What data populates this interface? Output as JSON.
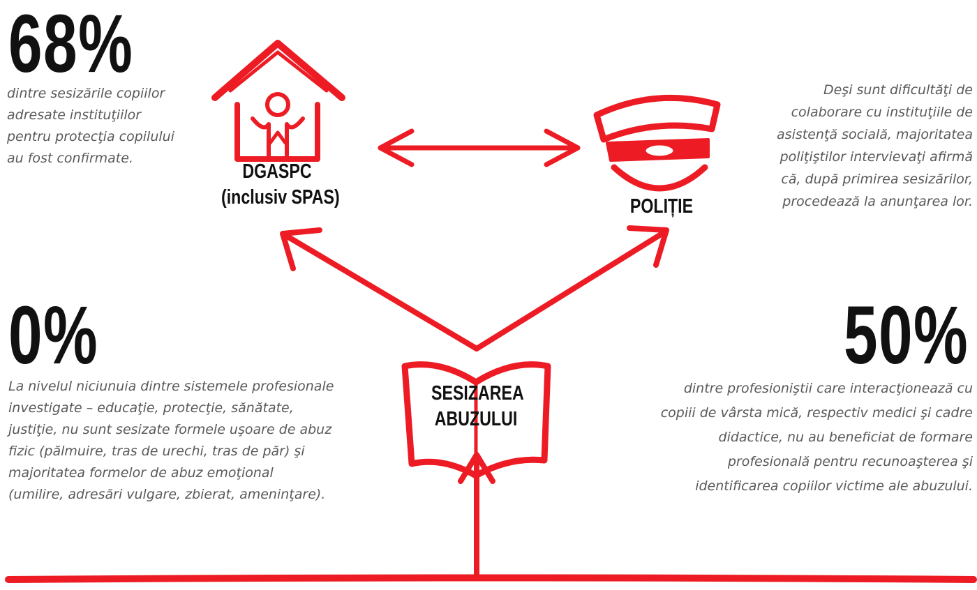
{
  "colors": {
    "accent": "#ed1c24",
    "text": "#58595b",
    "stat": "#111111"
  },
  "stats": {
    "top_left": {
      "value": "68%",
      "lines": [
        "dintre sesizările copiilor",
        "adresate instituţiilor",
        "pentru protecţia copilului",
        "au fost confirmate."
      ]
    },
    "top_right": {
      "lines": [
        "Deşi sunt dificultăţi de",
        "colaborare cu instituţiile de",
        "asistenţă socială, majoritatea",
        "poliţiştilor intervievaţi afirmă",
        "că, după primirea sesizărilor,",
        "procedează la anunţarea lor."
      ]
    },
    "bottom_left": {
      "value": "0%",
      "lines": [
        "La nivelul niciunuia dintre sistemele profesionale",
        "investigate – educaţie, protecţie, sănătate,",
        "justiţie, nu sunt sesizate formele uşoare de abuz",
        "fizic (pălmuire, tras de urechi, tras de păr) şi",
        "majoritatea formelor de abuz emoţional",
        "(umilire, adresări vulgare, zbierat, ameninţare)."
      ]
    },
    "bottom_right": {
      "value": "50%",
      "lines": [
        "dintre profesioniştii care interacţionează cu",
        "copiii de vârsta mică, respectiv medici şi cadre",
        "didactice, nu au beneficiat de formare",
        "profesională pentru recunoaşterea şi",
        "identificarea copiilor victime ale abuzului."
      ]
    }
  },
  "nodes": {
    "dgaspc": {
      "line1": "DGASPC",
      "line2": "(inclusiv SPAS)",
      "icon": "house-child-icon"
    },
    "politie": {
      "line1": "POLIȚIE",
      "icon": "police-cap-icon"
    },
    "sesizare": {
      "line1": "SESIZAREA",
      "line2": "ABUZULUI",
      "icon": "open-book-icon"
    }
  }
}
